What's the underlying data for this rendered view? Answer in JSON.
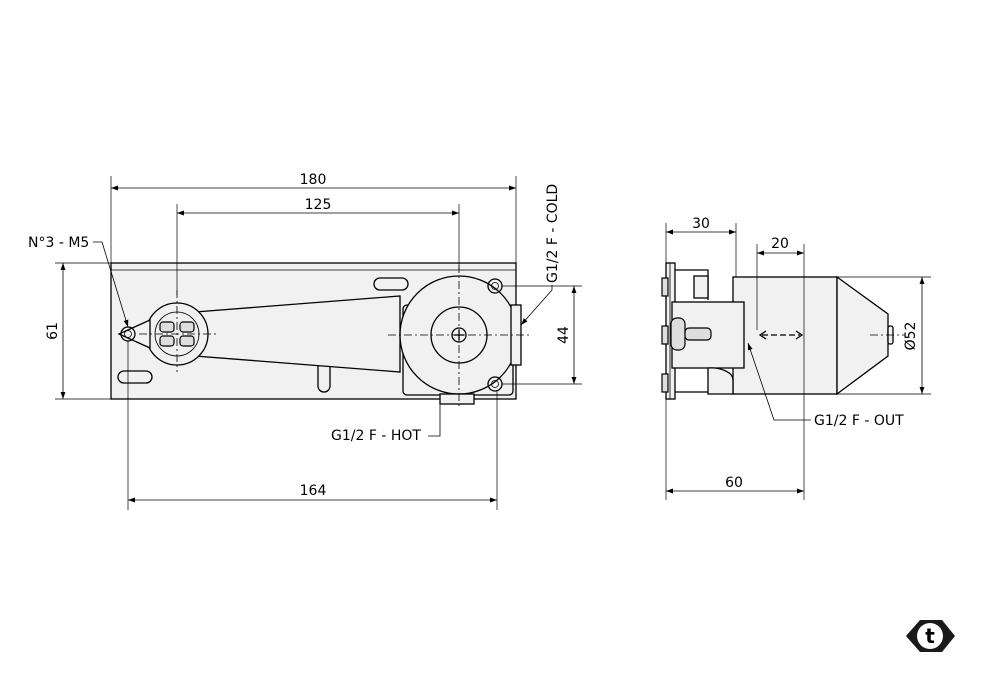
{
  "dimensions": {
    "overall_width": "180",
    "center_distance": "125",
    "height": "61",
    "port_spacing": "44",
    "hole_spacing": "164",
    "side_depth": "30",
    "outlet_offset": "20",
    "side_width": "60",
    "diameter": "Ø52"
  },
  "callouts": {
    "holes": "N°3 - M5",
    "cold": "G1/2 F - COLD",
    "hot": "G1/2 F - HOT",
    "out": "G1/2 F - OUT"
  },
  "logo": {
    "letter": "t"
  },
  "colors": {
    "line": "#000000",
    "fill": "#f1f1f1",
    "background": "#ffffff"
  }
}
